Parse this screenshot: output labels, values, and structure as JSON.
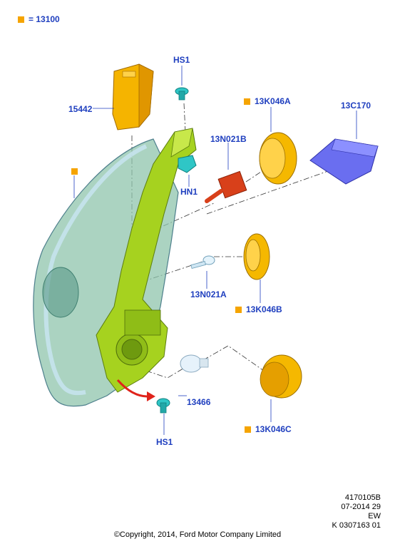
{
  "legend": {
    "label": "= 13100",
    "marker_color": "#f5a400"
  },
  "labels": {
    "hs1_top": "HS1",
    "part_15442": "15442",
    "part_13K046A": "13K046A",
    "part_13C170": "13C170",
    "part_13N021B": "13N021B",
    "hn1": "HN1",
    "part_13N021A": "13N021A",
    "part_13K046B": "13K046B",
    "part_13466": "13466",
    "hs1_bottom": "HS1",
    "part_13K046C": "13K046C"
  },
  "meta": {
    "line1": "4170105B",
    "line2": "07-2014 29",
    "line3": "EW",
    "line4": "K 0307163 01"
  },
  "copyright": "©Copyright, 2014, Ford Motor Company Limited",
  "colors": {
    "callout_text": "#1f3fbf",
    "marker": "#f5a400",
    "housing_green": "#9fcf1f",
    "lens_glass": "#7fb8a0",
    "cap_yellow": "#f5b800",
    "module_blue": "#6a6ef0",
    "bulb_red": "#d8401a",
    "fastener_cyan": "#2fc6c6",
    "arrow_red": "#e0231b"
  }
}
